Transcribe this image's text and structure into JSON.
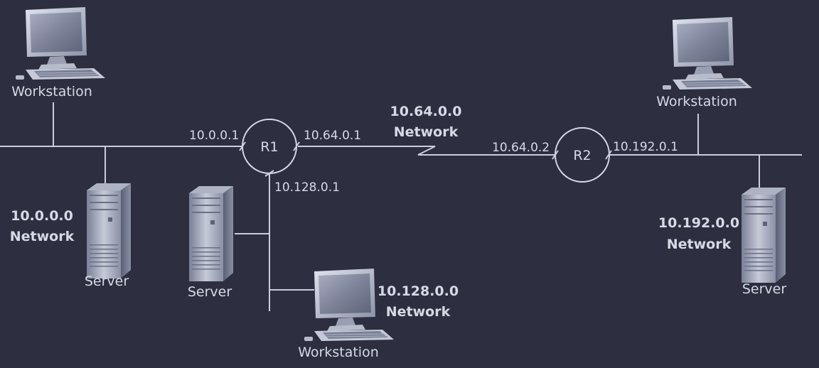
{
  "colors": {
    "background": "#2d2f40",
    "line": "#c9cedb",
    "text": "#d6dae6"
  },
  "routers": {
    "r1": {
      "label": "R1"
    },
    "r2": {
      "label": "R2"
    }
  },
  "interfaces": {
    "r1_left": "10.0.0.1",
    "r1_right": "10.64.0.1",
    "r1_bottom": "10.128.0.1",
    "r2_left": "10.64.0.2",
    "r2_right": "10.192.0.1"
  },
  "networks": {
    "net_10_0": {
      "line1": "10.0.0.0",
      "line2": "Network"
    },
    "net_10_64": {
      "line1": "10.64.0.0",
      "line2": "Network"
    },
    "net_10_128": {
      "line1": "10.128.0.0",
      "line2": "Network"
    },
    "net_10_192": {
      "line1": "10.192.0.0",
      "line2": "Network"
    }
  },
  "devices": {
    "ws_left_top": {
      "label": "Workstation",
      "icon": "workstation-icon"
    },
    "srv_left": {
      "label": "Server",
      "icon": "server-icon"
    },
    "srv_mid": {
      "label": "Server",
      "icon": "server-icon"
    },
    "ws_mid_bottom": {
      "label": "Workstation",
      "icon": "workstation-icon"
    },
    "ws_right_top": {
      "label": "Workstation",
      "icon": "workstation-icon"
    },
    "srv_right": {
      "label": "Server",
      "icon": "server-icon"
    }
  }
}
